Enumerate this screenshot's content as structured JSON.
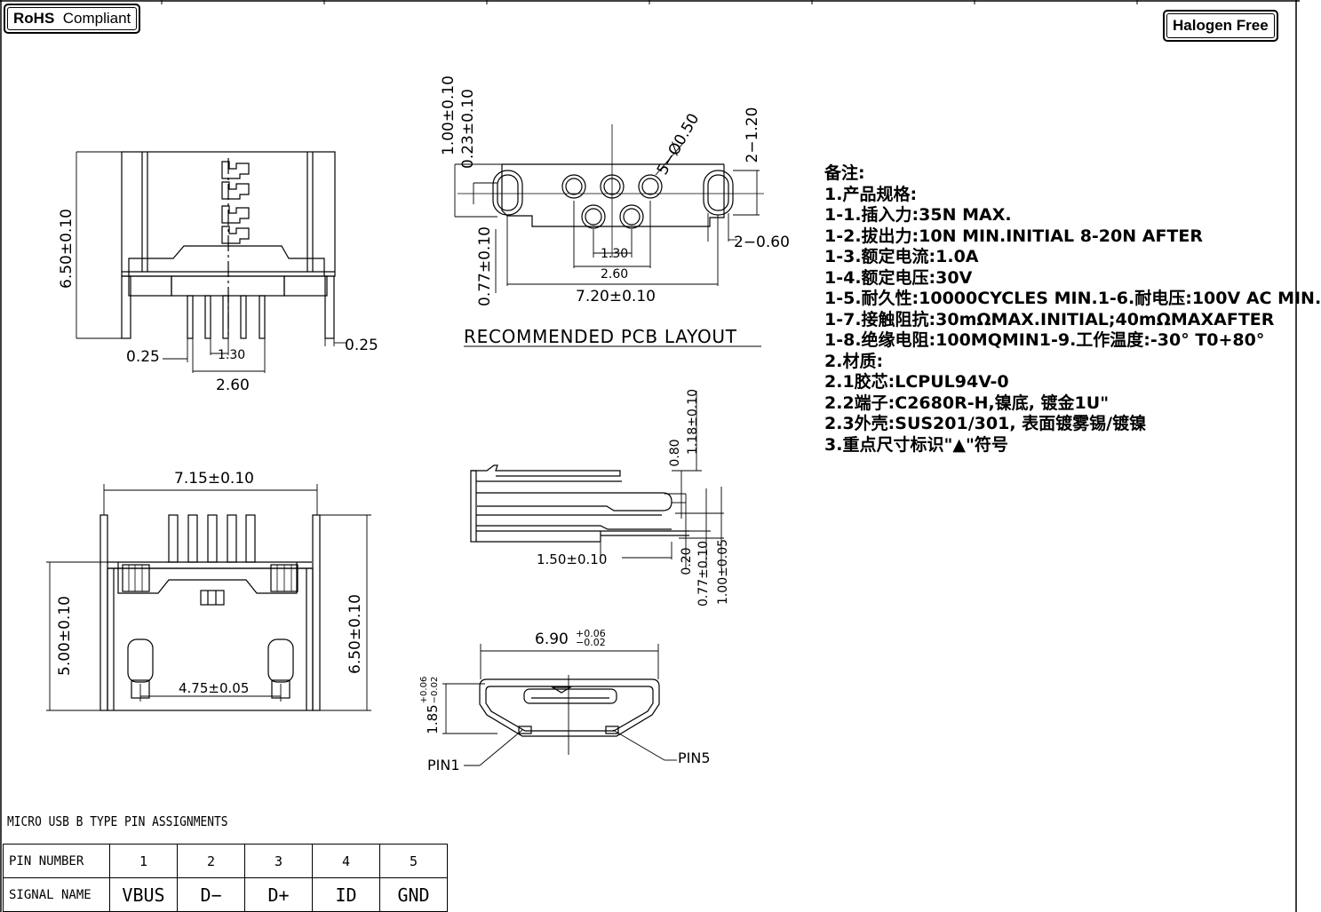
{
  "badges": {
    "rohs_bold": "RoHS",
    "rohs_rest": "Compliant",
    "halogen": "Halogen Free"
  },
  "dims": {
    "top_left": {
      "height": "6.50±0.10",
      "lead_left": "0.25",
      "lead_right": "0.25",
      "pitch": "1.30",
      "span": "2.60"
    },
    "pcb": {
      "v1": "1.00±0.10",
      "v2": "0.23±0.10",
      "holes": "5−Ø0.50",
      "slot_h": "2−1.20",
      "slot_w": "2−0.60",
      "row_offset": "0.77±0.10",
      "pitch": "1.30",
      "span": "2.60",
      "width": "7.20±0.10",
      "title": "RECOMMENDED PCB LAYOUT"
    },
    "front": {
      "width": "7.15±0.10",
      "left_h": "5.00±0.10",
      "right_h": "6.50±0.10",
      "peg_span": "4.75±0.05"
    },
    "side": {
      "d080": "0.80",
      "d118": "1.18±0.10",
      "d150": "1.50±0.10",
      "d020": "0.20",
      "d077": "0.77±0.10",
      "d100": "1.00±0.05"
    },
    "opening": {
      "w": "6.90",
      "w_tol_up": "+0.06",
      "w_tol_dn": "−0.02",
      "h": "1.85",
      "h_tol_up": "+0.06",
      "h_tol_dn": "−0.02",
      "pin1": "PIN1",
      "pin5": "PIN5"
    }
  },
  "notes": [
    "备注:",
    "1.产品规格:",
    "1-1.插入力:35N MAX.",
    "1-2.拔出力:10N MIN.INITIAL 8-20N AFTER",
    "1-3.额定电流:1.0A",
    "1-4.额定电压:30V",
    "1-5.耐久性:10000CYCLES MIN.1-6.耐电压:100V AC MIN.",
    "1-7.接触阻抗:30mΩMAX.INITIAL;40mΩMAXAFTER",
    "1-8.绝缘电阻:100MQMIN1-9.工作温度:-30° T0+80°",
    "2.材质:",
    "2.1胶芯:LCPUL94V-0",
    "2.2端子:C2680R-H,镍底, 镀金1U\"",
    "2.3外壳:SUS201/301, 表面镀雾锡/镀镍",
    "3.重点尺寸标识\"▲\"符号"
  ],
  "pin_table": {
    "caption": "MICRO USB B TYPE PIN ASSIGNMENTS",
    "row1_label": "PIN NUMBER",
    "row2_label": "SIGNAL NAME",
    "numbers": [
      "1",
      "2",
      "3",
      "4",
      "5"
    ],
    "signals": [
      "VBUS",
      "D−",
      "D+",
      "ID",
      "GND"
    ]
  }
}
